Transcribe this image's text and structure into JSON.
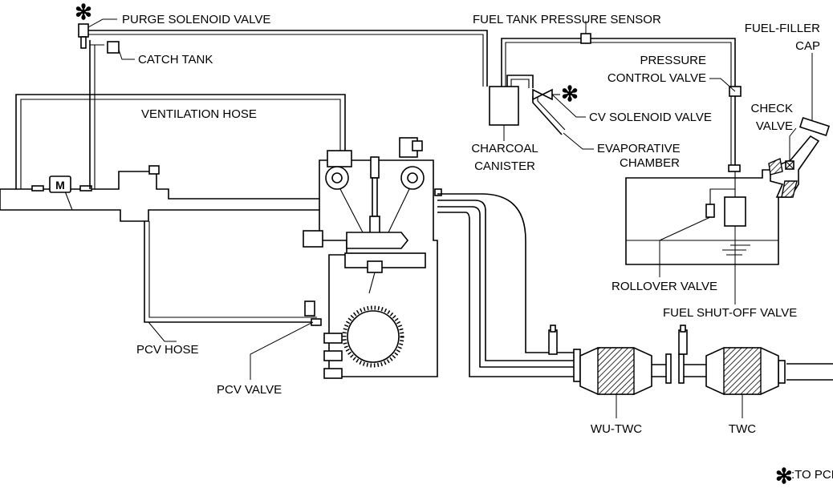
{
  "labels": {
    "purge_solenoid_valve": "PURGE SOLENOID VALVE",
    "catch_tank": "CATCH TANK",
    "ventilation_hose": "VENTILATION HOSE",
    "fuel_tank_pressure_sensor": "FUEL TANK PRESSURE SENSOR",
    "fuel_filler_cap_1": "FUEL-FILLER",
    "fuel_filler_cap_2": "CAP",
    "pressure_control_valve_1": "PRESSURE",
    "pressure_control_valve_2": "CONTROL VALVE",
    "check_valve_1": "CHECK",
    "check_valve_2": "VALVE",
    "cv_solenoid_valve": "CV SOLENOID VALVE",
    "charcoal_canister_1": "CHARCOAL",
    "charcoal_canister_2": "CANISTER",
    "evaporative_chamber_1": "EVAPORATIVE",
    "evaporative_chamber_2": "CHAMBER",
    "rollover_valve": "ROLLOVER VALVE",
    "fuel_shutoff_valve": "FUEL SHUT-OFF VALVE",
    "pcv_hose": "PCV HOSE",
    "pcv_valve": "PCV VALVE",
    "wu_twc": "WU-TWC",
    "twc": "TWC",
    "motor_symbol": "M"
  },
  "legend": {
    "symbol": "✻",
    "text": ":TO PCM"
  }
}
